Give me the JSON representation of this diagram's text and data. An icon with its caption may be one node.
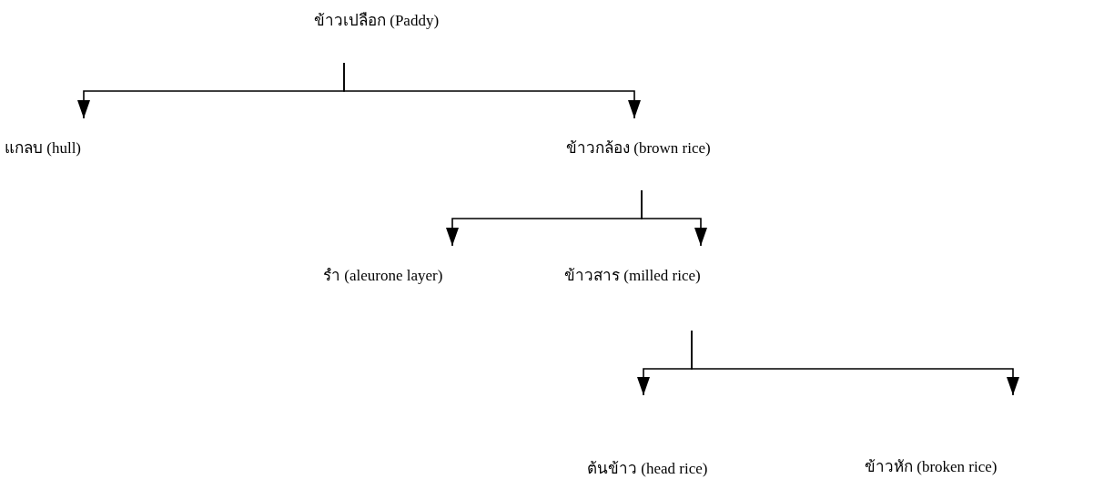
{
  "diagram": {
    "nodes": [
      {
        "text": [
          "ข้าวเปลือก (Paddy)"
        ]
      },
      {
        "text": [
          "แกลบ (hull)"
        ]
      },
      {
        "text": [
          "ข้าวกล้อง (brown rice)"
        ]
      },
      {
        "text": [
          "รำ (aleurone layer)"
        ]
      },
      {
        "text": [
          "ข้าวสาร (milled rice)"
        ]
      },
      {
        "text": [
          "ต้นข้าว (head rice)"
        ]
      },
      {
        "text": [
          "ข้าวหัก (broken rice)"
        ]
      }
    ],
    "edges": [
      {
        "from": 0,
        "to": 1,
        "arrow": "to"
      },
      {
        "from": 0,
        "to": 2,
        "arrow": "to"
      },
      {
        "from": 2,
        "to": 3,
        "arrow": "to"
      },
      {
        "from": 2,
        "to": 4,
        "arrow": "to"
      },
      {
        "from": 4,
        "to": 5,
        "arrow": "to"
      },
      {
        "from": 4,
        "to": 6,
        "arrow": "to"
      }
    ]
  }
}
